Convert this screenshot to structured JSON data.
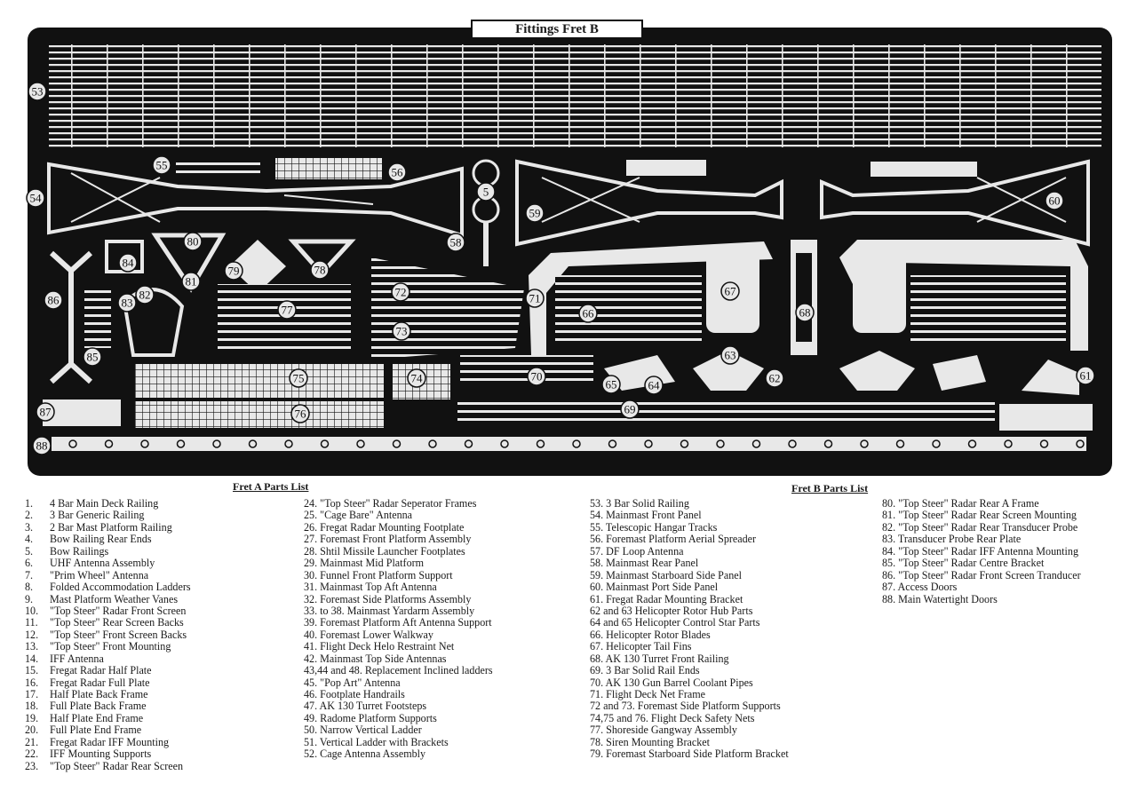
{
  "fret": {
    "title": "Fittings Fret B",
    "background": "#111111",
    "metal": "#e8e8e8",
    "callouts": [
      "53",
      "55",
      "56",
      "54",
      "5",
      "58",
      "59",
      "60",
      "80",
      "84",
      "79",
      "78",
      "81",
      "82",
      "86",
      "83",
      "77",
      "72",
      "73",
      "71",
      "66",
      "67",
      "68",
      "63",
      "62",
      "61",
      "85",
      "65",
      "64",
      "70",
      "74",
      "75",
      "76",
      "69",
      "87",
      "88"
    ]
  },
  "lists": {
    "fret_a_title": "Fret A Parts List",
    "fret_b_title": "Fret B Parts List",
    "col1": [
      {
        "num": "1.",
        "label": "4 Bar Main Deck Railing"
      },
      {
        "num": "2.",
        "label": "3 Bar Generic Railing"
      },
      {
        "num": "3.",
        "label": "2 Bar Mast Platform Railing"
      },
      {
        "num": "4.",
        "label": "Bow Railing Rear Ends"
      },
      {
        "num": "5.",
        "label": "Bow Railings"
      },
      {
        "num": "6.",
        "label": "UHF Antenna Assembly"
      },
      {
        "num": "7.",
        "label": "\"Prim Wheel\" Antenna"
      },
      {
        "num": "8.",
        "label": "Folded Accommodation Ladders"
      },
      {
        "num": "9.",
        "label": "Mast Platform Weather Vanes"
      },
      {
        "num": "10.",
        "label": "\"Top Steer\" Radar Front Screen"
      },
      {
        "num": "11.",
        "label": "\"Top Steer\" Rear Screen Backs"
      },
      {
        "num": "12.",
        "label": "\"Top Steer\" Front Screen Backs"
      },
      {
        "num": "13.",
        "label": "\"Top Steer\" Front Mounting"
      },
      {
        "num": "14.",
        "label": "IFF Antenna"
      },
      {
        "num": "15.",
        "label": "Fregat Radar Half Plate"
      },
      {
        "num": "16.",
        "label": "Fregat Radar Full Plate"
      },
      {
        "num": "17.",
        "label": "Half Plate Back Frame"
      },
      {
        "num": "18.",
        "label": "Full Plate Back Frame"
      },
      {
        "num": "19.",
        "label": "Half Plate End Frame"
      },
      {
        "num": "20.",
        "label": "Full Plate End Frame"
      },
      {
        "num": "21.",
        "label": "Fregat Radar IFF Mounting"
      },
      {
        "num": "22.",
        "label": "IFF Mounting Supports"
      },
      {
        "num": "23.",
        "label": "\"Top Steer\" Radar Rear Screen"
      }
    ],
    "col2": [
      {
        "num": "24.",
        "label": "\"Top Steer\" Radar Seperator Frames"
      },
      {
        "num": "25.",
        "label": "\"Cage Bare\" Antenna"
      },
      {
        "num": "26.",
        "label": "Fregat Radar Mounting Footplate"
      },
      {
        "num": "27.",
        "label": "Foremast Front Platform Assembly"
      },
      {
        "num": "28.",
        "label": "Shtil Missile Launcher Footplates"
      },
      {
        "num": "29.",
        "label": "Mainmast Mid Platform"
      },
      {
        "num": "30.",
        "label": "Funnel Front Platform Support"
      },
      {
        "num": "31.",
        "label": "Mainmast Top Aft Antenna"
      },
      {
        "num": "32.",
        "label": "Foremast Side Platforms Assembly"
      },
      {
        "num": "33.",
        "label": "to 38.  Mainmast Yardarm Assembly"
      },
      {
        "num": "39.",
        "label": "Foremast Platform Aft Antenna Support"
      },
      {
        "num": "40.",
        "label": "Foremast Lower Walkway"
      },
      {
        "num": "41.",
        "label": "Flight Deck Helo Restraint Net"
      },
      {
        "num": "42.",
        "label": "Mainmast Top Side Antennas"
      },
      {
        "num": "43,44 and 48.",
        "label": "Replacement Inclined ladders"
      },
      {
        "num": "45.",
        "label": "\"Pop Art\" Antenna"
      },
      {
        "num": "46.",
        "label": "Footplate Handrails"
      },
      {
        "num": "47.",
        "label": "AK 130 Turret Footsteps"
      },
      {
        "num": "49.",
        "label": "Radome Platform Supports"
      },
      {
        "num": "50.",
        "label": "Narrow Vertical Ladder"
      },
      {
        "num": "51.",
        "label": "Vertical Ladder with Brackets"
      },
      {
        "num": "52.",
        "label": "Cage Antenna Assembly"
      }
    ],
    "col3": [
      {
        "num": "53.",
        "label": "3 Bar Solid Railing"
      },
      {
        "num": "54.",
        "label": "Mainmast Front Panel"
      },
      {
        "num": "55.",
        "label": "Telescopic Hangar Tracks"
      },
      {
        "num": "56.",
        "label": "Foremast Platform Aerial Spreader"
      },
      {
        "num": "57.",
        "label": "DF Loop Antenna"
      },
      {
        "num": "58.",
        "label": "Mainmast Rear Panel"
      },
      {
        "num": "59.",
        "label": "Mainmast Starboard Side Panel"
      },
      {
        "num": "60.",
        "label": "Mainmast Port Side Panel"
      },
      {
        "num": "61.",
        "label": "Fregat Radar Mounting Bracket"
      },
      {
        "num": "62 and 63",
        "label": "Helicopter Rotor Hub Parts"
      },
      {
        "num": "64 and 65",
        "label": "Helicopter Control Star Parts"
      },
      {
        "num": "66.",
        "label": "Helicopter Rotor Blades"
      },
      {
        "num": "67.",
        "label": "Helicopter Tail Fins"
      },
      {
        "num": "68.",
        "label": "AK 130 Turret Front Railing"
      },
      {
        "num": "69.",
        "label": "3 Bar Solid Rail Ends"
      },
      {
        "num": "70.",
        "label": "AK 130 Gun Barrel Coolant Pipes"
      },
      {
        "num": "71.",
        "label": "Flight Deck Net Frame"
      },
      {
        "num": "72 and 73.",
        "label": "Foremast Side Platform Supports"
      },
      {
        "num": "74,75 and 76.",
        "label": "Flight Deck Safety Nets"
      },
      {
        "num": "77.",
        "label": "Shoreside Gangway Assembly"
      },
      {
        "num": "78.",
        "label": "Siren Mounting Bracket"
      },
      {
        "num": "79.",
        "label": "Foremast Starboard Side Platform Bracket"
      }
    ],
    "col4": [
      {
        "num": "80.",
        "label": "\"Top Steer\" Radar Rear A Frame"
      },
      {
        "num": "81.",
        "label": "\"Top Steer\" Radar Rear Screen Mounting"
      },
      {
        "num": "82.",
        "label": "\"Top Steer\" Radar Rear Transducer Probe"
      },
      {
        "num": "83.",
        "label": "Transducer Probe Rear Plate"
      },
      {
        "num": "84.",
        "label": "\"Top Steer\" Radar IFF Antenna Mounting"
      },
      {
        "num": "85.",
        "label": "\"Top Steer\" Radar Centre Bracket"
      },
      {
        "num": "86.",
        "label": "\"Top Steer\" Radar Front Screen Tranducer"
      },
      {
        "num": "87.",
        "label": "Access Doors"
      },
      {
        "num": "88.",
        "label": "Main Watertight Doors"
      }
    ]
  }
}
